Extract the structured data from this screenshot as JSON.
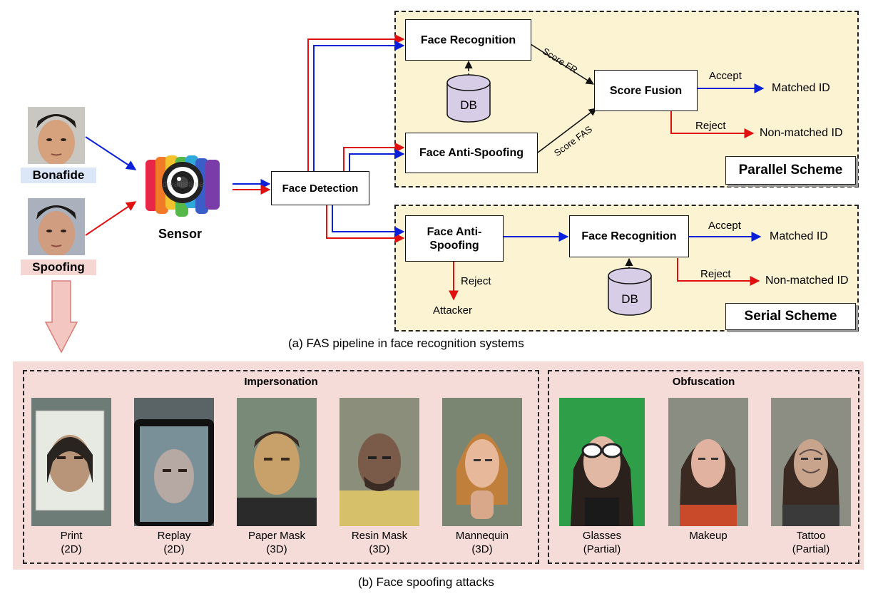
{
  "inputs": {
    "bonafide_label": "Bonafide",
    "spoofing_label": "Spoofing",
    "sensor_label": "Sensor",
    "sensor_watermark": "dreamstime"
  },
  "pipeline": {
    "face_detection": "Face Detection",
    "caption": "(a) FAS pipeline in face recognition systems"
  },
  "parallel": {
    "title": "Parallel Scheme",
    "face_recognition": "Face Recognition",
    "face_anti_spoofing": "Face Anti-Spoofing",
    "db": "DB",
    "score_fusion": "Score Fusion",
    "score_fr": "Score FR",
    "score_fas": "Score FAS",
    "accept": "Accept",
    "matched": "Matched ID",
    "reject": "Reject",
    "non_matched": "Non-matched ID"
  },
  "serial": {
    "title": "Serial Scheme",
    "face_anti_spoofing_line1": "Face Anti-",
    "face_anti_spoofing_line2": "Spoofing",
    "face_recognition": "Face Recognition",
    "db": "DB",
    "accept": "Accept",
    "matched": "Matched ID",
    "reject": "Reject",
    "non_matched": "Non-matched ID",
    "reject_attacker": "Reject",
    "attacker": "Attacker"
  },
  "attacks": {
    "caption": "(b) Face spoofing attacks",
    "impersonation_title": "Impersonation",
    "obfuscation_title": "Obfuscation",
    "impersonation": [
      {
        "name": "Print",
        "sub": "(2D)"
      },
      {
        "name": "Replay",
        "sub": "(2D)"
      },
      {
        "name": "Paper Mask",
        "sub": "(3D)"
      },
      {
        "name": "Resin Mask",
        "sub": "(3D)"
      },
      {
        "name": "Mannequin",
        "sub": "(3D)"
      }
    ],
    "obfuscation": [
      {
        "name": "Glasses",
        "sub": "(Partial)"
      },
      {
        "name": "Makeup",
        "sub": ""
      },
      {
        "name": "Tattoo",
        "sub": "(Partial)"
      }
    ]
  },
  "colors": {
    "bonafide_arrow": "#0a1fd8",
    "spoof_arrow": "#e01010",
    "scheme_bg": "#fcf3d2",
    "attack_bg": "#f6dcd8",
    "db": "#d8cde6"
  }
}
